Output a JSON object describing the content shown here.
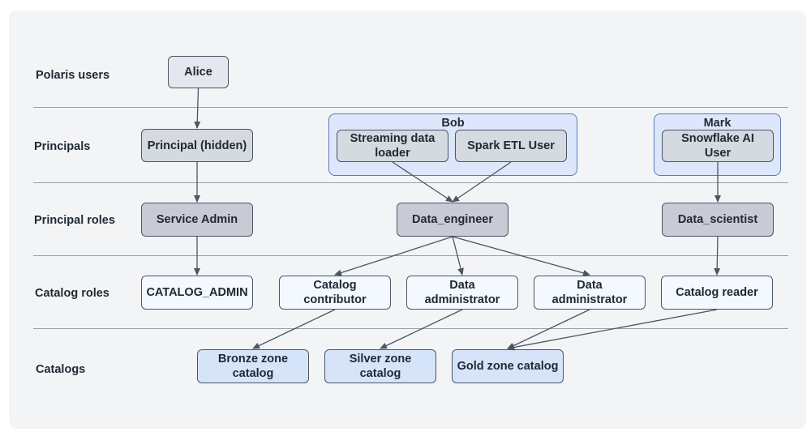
{
  "rows": {
    "users": "Polaris users",
    "principals": "Principals",
    "principal_roles": "Principal roles",
    "catalog_roles": "Catalog roles",
    "catalogs": "Catalogs"
  },
  "groups": {
    "bob": "Bob",
    "mark": "Mark"
  },
  "nodes": {
    "alice": "Alice",
    "principal_hidden": "Principal (hidden)",
    "streaming_loader": "Streaming data loader",
    "spark_etl": "Spark ETL User",
    "snowflake_ai": "Snowflake AI User",
    "service_admin": "Service Admin",
    "data_engineer": "Data_engineer",
    "data_scientist": "Data_scientist",
    "catalog_admin": "CATALOG_ADMIN",
    "catalog_contributor": "Catalog contributor",
    "data_admin_1": "Data administrator",
    "data_admin_2": "Data administrator",
    "catalog_reader": "Catalog reader",
    "bronze": "Bronze zone catalog",
    "silver": "Silver zone catalog",
    "gold": "Gold zone catalog"
  },
  "edges": [
    [
      "alice",
      "principal_hidden"
    ],
    [
      "principal_hidden",
      "service_admin"
    ],
    [
      "service_admin",
      "catalog_admin"
    ],
    [
      "streaming_loader",
      "data_engineer"
    ],
    [
      "spark_etl",
      "data_engineer"
    ],
    [
      "snowflake_ai",
      "data_scientist"
    ],
    [
      "data_engineer",
      "catalog_contributor"
    ],
    [
      "data_engineer",
      "data_admin_1"
    ],
    [
      "data_engineer",
      "data_admin_2"
    ],
    [
      "data_scientist",
      "catalog_reader"
    ],
    [
      "catalog_contributor",
      "bronze"
    ],
    [
      "data_admin_1",
      "silver"
    ],
    [
      "data_admin_2",
      "gold"
    ],
    [
      "catalog_reader",
      "gold"
    ]
  ],
  "colors": {
    "panel": "#f3f4f6",
    "group_fill": "#dce7fb",
    "group_border": "#5a7bb8",
    "catalog_fill": "#d6e4fa",
    "role_fill": "#c8cbd6",
    "edge": "#4b5563"
  }
}
